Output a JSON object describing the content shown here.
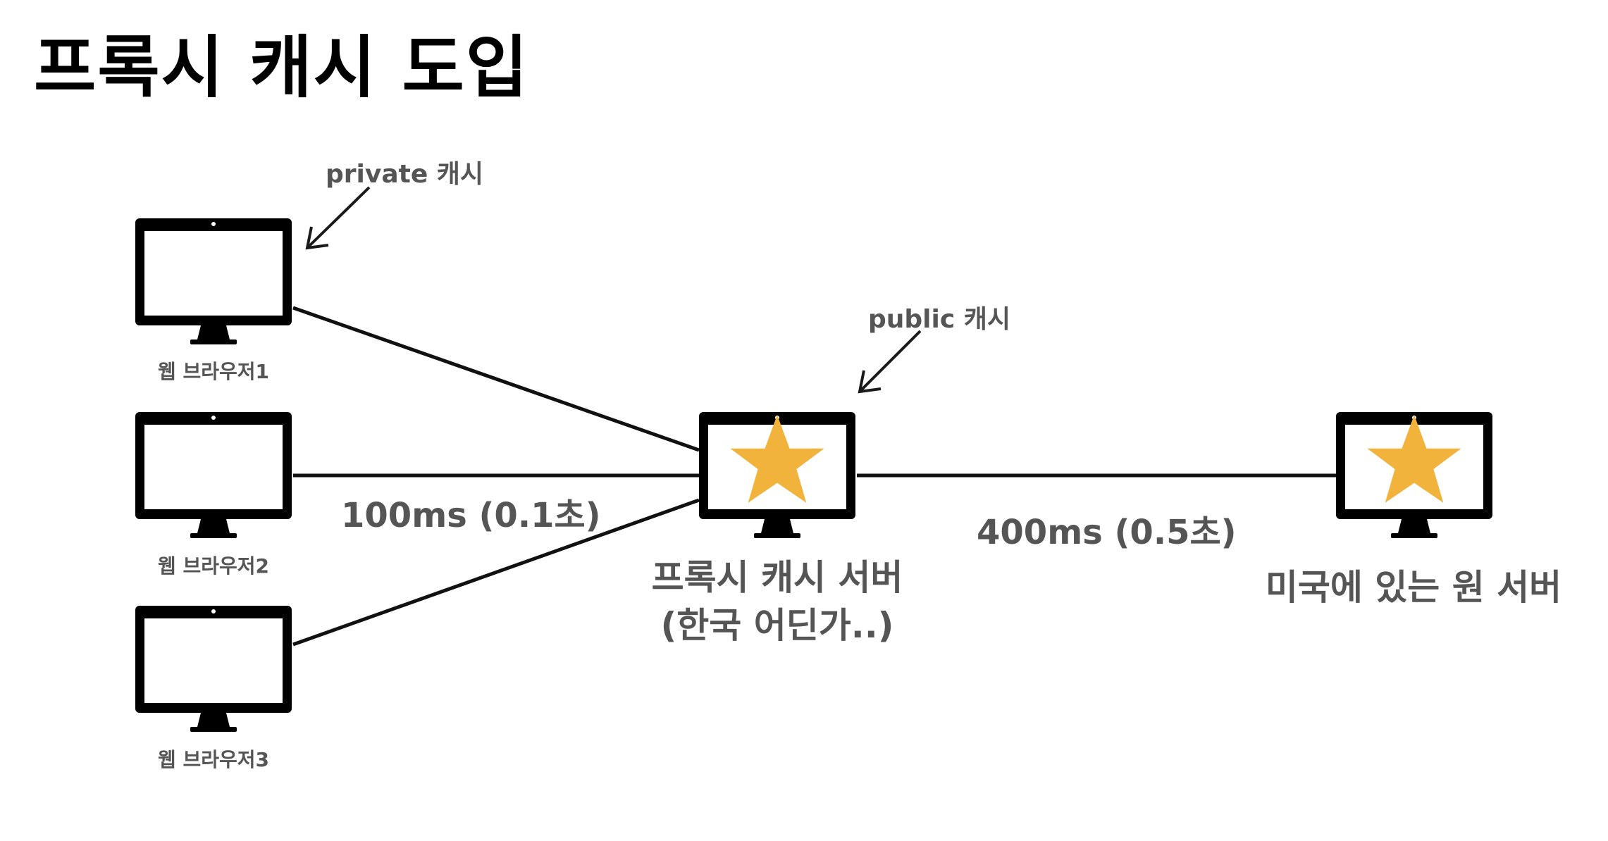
{
  "title": "프록시 캐시 도입",
  "annotations": {
    "private": "private 캐시",
    "public": "public 캐시"
  },
  "browsers": [
    {
      "label": "웹 브라우저1"
    },
    {
      "label": "웹 브라우저2"
    },
    {
      "label": "웹 브라우저3"
    }
  ],
  "proxy_server": {
    "line1": "프록시 캐시 서버",
    "line2": "(한국 어딘가..)"
  },
  "origin_server": {
    "label": "미국에 있는 원 서버"
  },
  "latency": {
    "browser_to_proxy": "100ms (0.1초)",
    "proxy_to_origin": "400ms (0.5초)"
  },
  "colors": {
    "star": "#f2b33d",
    "monitor": "#000000",
    "label_text": "#555555"
  },
  "icons": [
    "monitor-icon",
    "star-icon",
    "arrow-icon"
  ]
}
